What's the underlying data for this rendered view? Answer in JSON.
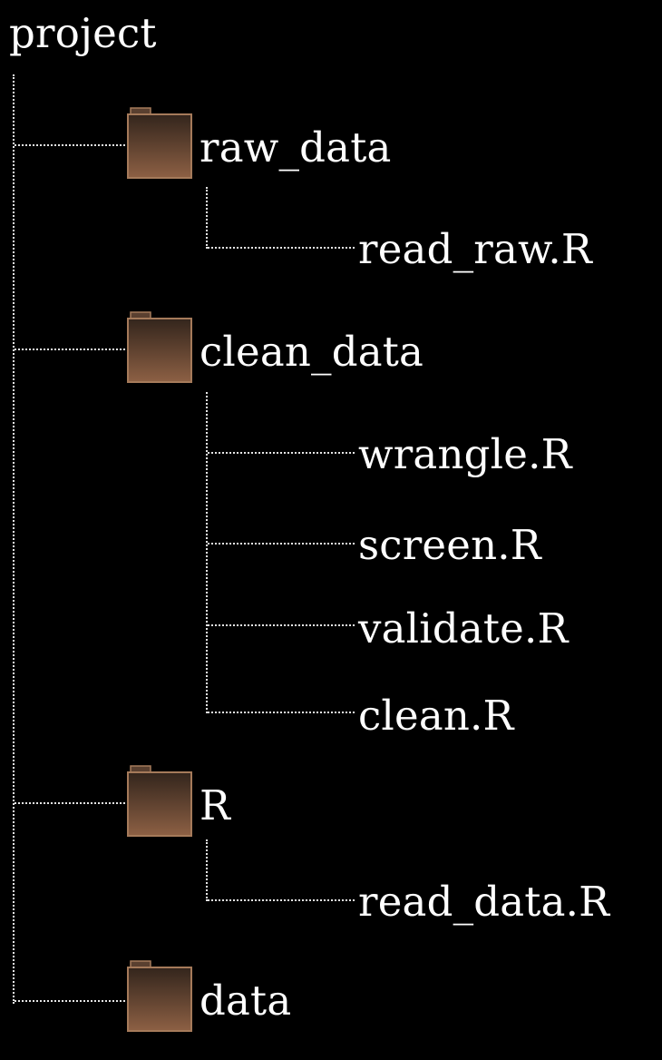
{
  "colors": {
    "background": "#000000",
    "text": "#ffffff",
    "connector": "#e6e6e6",
    "folder_top": "#3a2a20",
    "folder_bottom": "#8a5e42",
    "folder_border": "#a57a5a"
  },
  "icons": {
    "folder": "folder-icon"
  },
  "tree": {
    "root": "project",
    "folders": [
      {
        "name": "raw_data",
        "files": [
          "read_raw.R"
        ]
      },
      {
        "name": "clean_data",
        "files": [
          "wrangle.R",
          "screen.R",
          "validate.R",
          "clean.R"
        ]
      },
      {
        "name": "R",
        "files": [
          "read_data.R"
        ]
      },
      {
        "name": "data",
        "files": []
      }
    ]
  }
}
